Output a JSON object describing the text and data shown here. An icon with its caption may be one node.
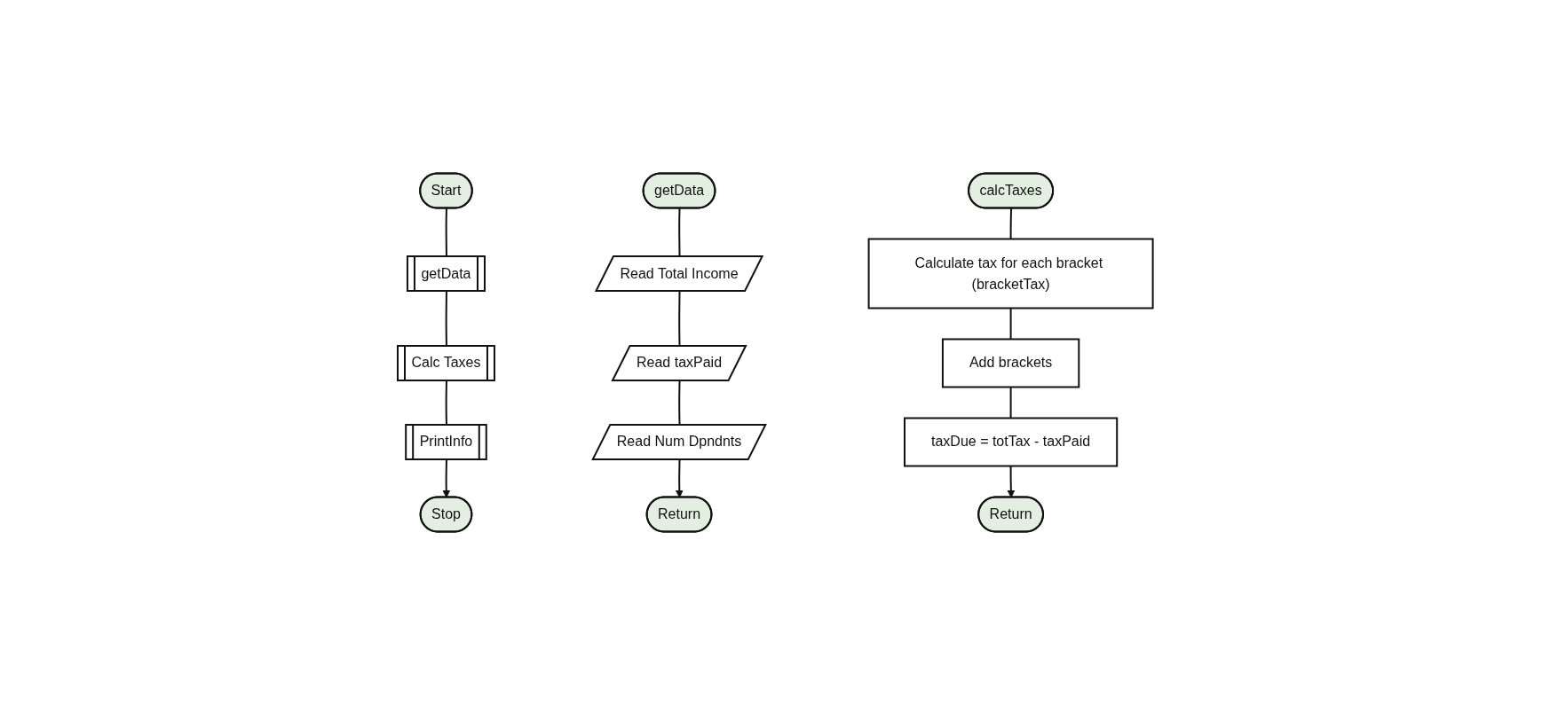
{
  "diagram": {
    "nodes": [
      {
        "text": [
          "Start"
        ]
      },
      {
        "text": [
          "getData"
        ]
      },
      {
        "text": [
          "Calc Taxes"
        ]
      },
      {
        "text": [
          "PrintInfo"
        ]
      },
      {
        "text": [
          "Stop"
        ]
      },
      {
        "text": [
          "getData"
        ]
      },
      {
        "text": [
          "Read Total Income"
        ]
      },
      {
        "text": [
          "Read taxPaid"
        ]
      },
      {
        "text": [
          "Read Num Dpndnts"
        ]
      },
      {
        "text": [
          "Return"
        ]
      },
      {
        "text": [
          "calcTaxes"
        ]
      },
      {
        "text": [
          "Calculate tax for each bracket (bracketTax)"
        ]
      },
      {
        "text": [
          "Add brackets"
        ]
      },
      {
        "text": [
          "taxDue = totTax - taxPaid"
        ]
      },
      {
        "text": [
          "Return"
        ]
      }
    ],
    "edges": [
      {
        "from": 0,
        "to": 1,
        "arrow": "none"
      },
      {
        "from": 1,
        "to": 2,
        "arrow": "none"
      },
      {
        "from": 2,
        "to": 3,
        "arrow": "none"
      },
      {
        "from": 3,
        "to": 4,
        "arrow": "to"
      },
      {
        "from": 5,
        "to": 6,
        "arrow": "none"
      },
      {
        "from": 6,
        "to": 7,
        "arrow": "none"
      },
      {
        "from": 7,
        "to": 8,
        "arrow": "none"
      },
      {
        "from": 8,
        "to": 9,
        "arrow": "to"
      },
      {
        "from": 10,
        "to": 11,
        "arrow": "none"
      },
      {
        "from": 11,
        "to": 12,
        "arrow": "none"
      },
      {
        "from": 12,
        "to": 13,
        "arrow": "none"
      },
      {
        "from": 13,
        "to": 14,
        "arrow": "to"
      }
    ]
  }
}
